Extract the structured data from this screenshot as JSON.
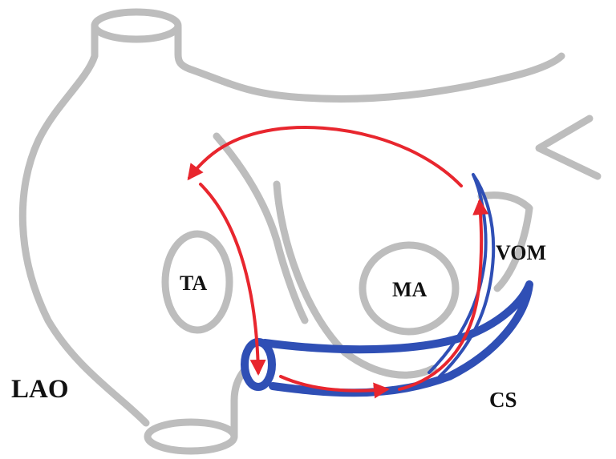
{
  "labels": {
    "view": "LAO",
    "tricuspid": "TA",
    "mitral": "MA",
    "vom": "VOM",
    "cs": "CS"
  },
  "colors": {
    "outline": "#bdbdbd",
    "circuit": "#e8262e",
    "vessel": "#2f4fb5",
    "text": "#111111"
  }
}
